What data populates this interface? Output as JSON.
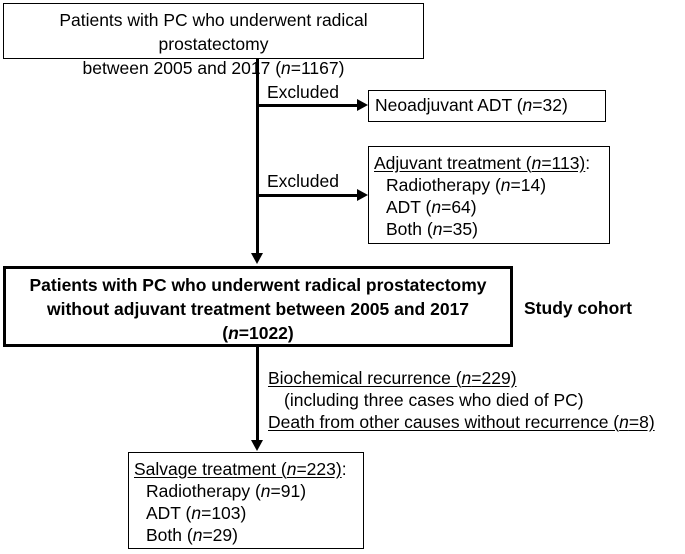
{
  "box_top": {
    "line1": "Patients with PC who underwent radical prostatectomy",
    "line2_pre": "between 2005 and 2017 (",
    "n_var": "n",
    "line2_post": "=1167)"
  },
  "excluded_1": {
    "label": "Excluded",
    "box_pre": "Neoadjuvant ADT (",
    "n_var": "n",
    "box_post": "=32)"
  },
  "excluded_2": {
    "label": "Excluded",
    "header_pre": "Adjuvant treatment (",
    "n_var": "n",
    "header_post": "=113)",
    "header_colon": ":",
    "items": [
      {
        "pre": "Radiotherapy (",
        "n": "n",
        "post": "=14)"
      },
      {
        "pre": "ADT (",
        "n": "n",
        "post": "=64)"
      },
      {
        "pre": "Both (",
        "n": "n",
        "post": "=35)"
      }
    ]
  },
  "box_cohort": {
    "line1": "Patients with PC who underwent radical prostatectomy",
    "line2": "without adjuvant treatment between 2005 and 2017",
    "line3_pre": "(",
    "n_var": "n",
    "line3_post": "=1022)",
    "side_label": "Study cohort"
  },
  "followup": {
    "line1_pre": "Biochemical recurrence (",
    "line1_n": "n",
    "line1_post": "=229)",
    "line2": "(including three cases who died of PC)",
    "line3_pre": "Death from other causes without recurrence (",
    "line3_n": "n",
    "line3_post": "=8)"
  },
  "salvage": {
    "header_pre": "Salvage treatment (",
    "n_var": "n",
    "header_post": "=223)",
    "header_colon": ":",
    "items": [
      {
        "pre": "Radiotherapy (",
        "n": "n",
        "post": "=91)"
      },
      {
        "pre": "ADT (",
        "n": "n",
        "post": "=103)"
      },
      {
        "pre": "Both (",
        "n": "n",
        "post": "=29)"
      }
    ]
  }
}
